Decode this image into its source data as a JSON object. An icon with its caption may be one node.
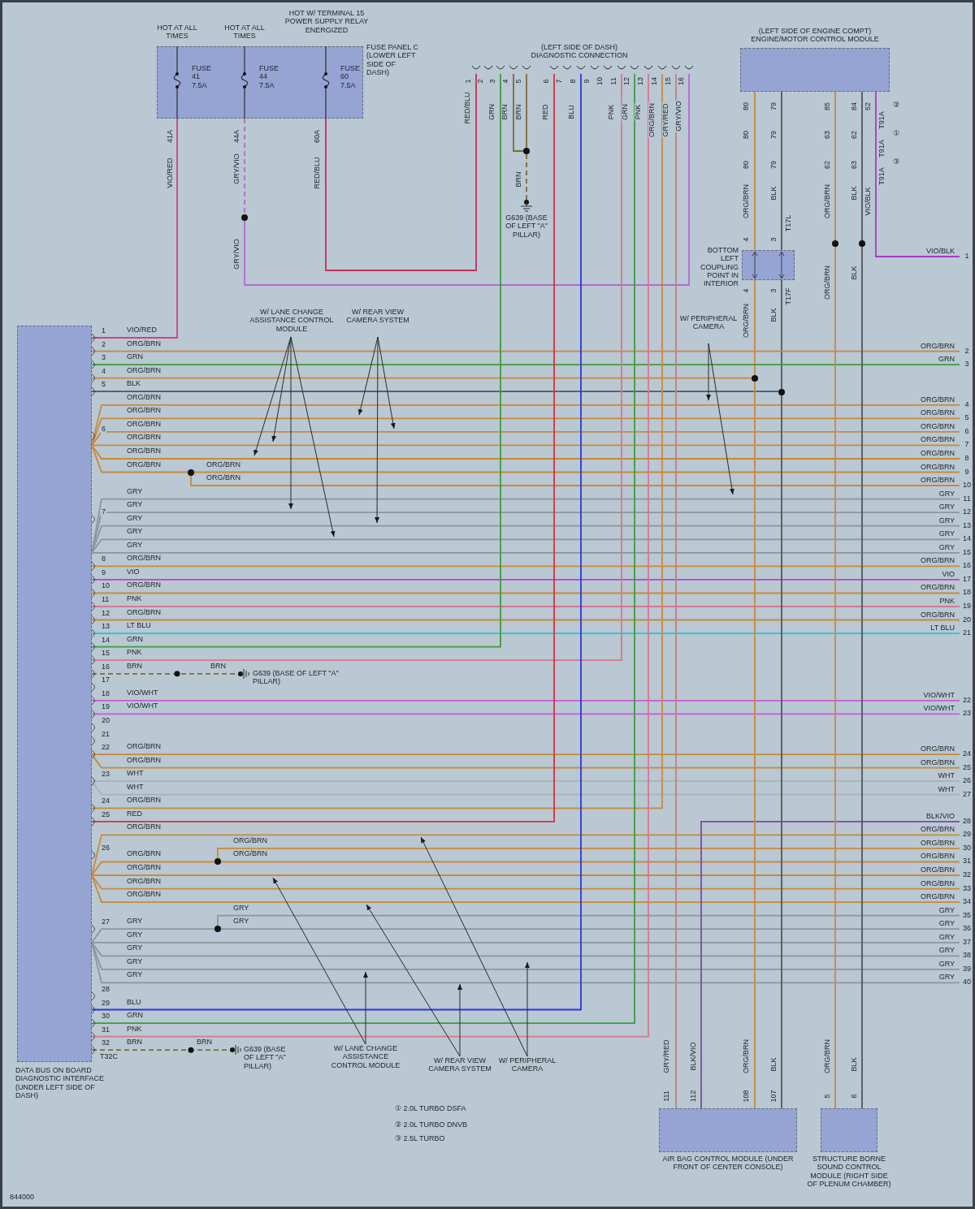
{
  "diagram": {
    "nodes": [
      {
        "text": [
          "FUSE PANEL C (LOWER LEFT SIDE OF DASH)"
        ]
      },
      {
        "text": [
          "FUSE 41 7.5A"
        ],
        "in": 0,
        "beside": [
          "HOT AT ALL TIMES"
        ]
      },
      {
        "text": [
          "FUSE 44 7.5A"
        ],
        "in": 0,
        "beside": [
          "HOT AT ALL TIMES"
        ]
      },
      {
        "text": [
          "FUSE 60 7.5A"
        ],
        "in": 0,
        "beside": [
          "HOT W/ TERMINAL 15 POWER SUPPLY RELAY ENERGIZED"
        ]
      },
      {
        "text": [
          "(LEFT SIDE OF DASH) DIAGNOSTIC CONNECTION"
        ]
      },
      {
        "text": [
          "(LEFT SIDE OF ENGINE COMPT) ENGINE/MOTOR CONTROL MODULE"
        ]
      },
      {
        "text": [
          "G639 (BASE OF LEFT \"A\" PILLAR)"
        ]
      },
      {
        "text": [
          "BOTTOM LEFT COUPLING POINT IN INTERIOR"
        ]
      },
      {
        "text": [
          "DATA BUS ON BOARD DIAGNOSTIC INTERFACE (UNDER LEFT SIDE OF DASH)"
        ]
      },
      {
        "text": [
          "G639 (BASE OF LEFT \"A\" PILLAR)"
        ]
      },
      {
        "text": [
          "G639 (BASE OF LEFT \"A\" PILLAR)"
        ]
      },
      {
        "text": [
          "AIR BAG CONTROL MODULE (UNDER FRONT OF CENTER CONSOLE)"
        ]
      },
      {
        "text": [
          "STRUCTURE BORNE SOUND CONTROL MODULE (RIGHT SIDE OF PLENUM CHAMBER)"
        ]
      },
      {
        "text": [
          "W/ LANE CHANGE ASSISTANCE CONTROL MODULE"
        ]
      },
      {
        "text": [
          "W/ REAR VIEW CAMERA SYSTEM"
        ]
      },
      {
        "text": [
          "W/ PERIPHERAL CAMERA"
        ]
      },
      {
        "text": [
          "W/ LANE CHANGE ASSISTANCE CONTROL MODULE"
        ]
      },
      {
        "text": [
          "W/ REAR VIEW CAMERA SYSTEM"
        ]
      },
      {
        "text": [
          "W/ PERIPHERAL CAMERA"
        ]
      },
      {
        "text": [],
        "shape": "circle"
      },
      {
        "text": [],
        "shape": "circle"
      },
      {
        "text": [],
        "shape": "circle"
      },
      {
        "text": [],
        "shape": "circle"
      },
      {
        "text": [],
        "shape": "circle"
      },
      {
        "text": [],
        "shape": "circle"
      },
      {
        "text": [],
        "shape": "circle"
      },
      {
        "text": [],
        "shape": "circle"
      },
      {
        "text": [],
        "shape": "circle"
      },
      {
        "text": [
          "VIO/BLK",
          "1"
        ]
      },
      {
        "text": [
          "ORG/BRN",
          "2"
        ]
      },
      {
        "text": [
          "GRN",
          "3"
        ]
      },
      {
        "text": [
          "ORG/BRN",
          "4"
        ]
      },
      {
        "text": [
          "ORG/BRN",
          "5"
        ]
      },
      {
        "text": [
          "ORG/BRN",
          "6"
        ]
      },
      {
        "text": [
          "ORG/BRN",
          "7"
        ]
      },
      {
        "text": [
          "ORG/BRN",
          "8"
        ]
      },
      {
        "text": [
          "ORG/BRN",
          "9"
        ]
      },
      {
        "text": [
          "ORG/BRN",
          "10"
        ]
      },
      {
        "text": [
          "GRY",
          "11"
        ]
      },
      {
        "text": [
          "GRY",
          "12"
        ]
      },
      {
        "text": [
          "GRY",
          "13"
        ]
      },
      {
        "text": [
          "GRY",
          "14"
        ]
      },
      {
        "text": [
          "GRY",
          "15"
        ]
      },
      {
        "text": [
          "ORG/BRN",
          "16"
        ]
      },
      {
        "text": [
          "VIO",
          "17"
        ]
      },
      {
        "text": [
          "ORG/BRN",
          "18"
        ]
      },
      {
        "text": [
          "PNK",
          "19"
        ]
      },
      {
        "text": [
          "ORG/BRN",
          "20"
        ]
      },
      {
        "text": [
          "LT BLU",
          "21"
        ]
      },
      {
        "text": [
          "VIO/WHT",
          "22"
        ]
      },
      {
        "text": [
          "VIO/WHT",
          "23"
        ]
      },
      {
        "text": [
          "ORG/BRN",
          "24"
        ]
      },
      {
        "text": [
          "ORG/BRN",
          "25"
        ]
      },
      {
        "text": [
          "WHT",
          "26"
        ]
      },
      {
        "text": [
          "WHT",
          "27"
        ]
      },
      {
        "text": [
          "BLK/VIO",
          "28"
        ]
      },
      {
        "text": [
          "ORG/BRN",
          "29"
        ]
      },
      {
        "text": [
          "ORG/BRN",
          "30"
        ]
      },
      {
        "text": [
          "ORG/BRN",
          "31"
        ]
      },
      {
        "text": [
          "ORG/BRN",
          "32"
        ]
      },
      {
        "text": [
          "ORG/BRN",
          "33"
        ]
      },
      {
        "text": [
          "ORG/BRN",
          "34"
        ]
      },
      {
        "text": [
          "GRY",
          "35"
        ]
      },
      {
        "text": [
          "GRY",
          "36"
        ]
      },
      {
        "text": [
          "GRY",
          "37"
        ]
      },
      {
        "text": [
          "GRY",
          "38"
        ]
      },
      {
        "text": [
          "GRY",
          "39"
        ]
      },
      {
        "text": [
          "GRY",
          "40"
        ]
      }
    ],
    "edges": [
      {
        "from": 8,
        "to": 1,
        "arrow": "none",
        "label": "VIO/RED",
        "color": "#d0408c"
      },
      {
        "from": 2,
        "to": 19,
        "arrow": "none",
        "label": "GRY/VIO",
        "style": "dashed",
        "color": "#b46ccc"
      },
      {
        "from": 19,
        "to": 4,
        "arrow": "none",
        "label": "GRY/VIO",
        "color": "#b46ccc"
      },
      {
        "from": 3,
        "to": 4,
        "arrow": "none",
        "label": "RED/BLU",
        "color": "#c0305a"
      },
      {
        "from": 4,
        "to": 20,
        "arrow": "none",
        "label": "BRN",
        "color": "#7d6a3a"
      },
      {
        "from": 4,
        "to": 20,
        "arrow": "none",
        "label": "BRN",
        "color": "#7d6a3a"
      },
      {
        "from": 20,
        "to": 6,
        "arrow": "none",
        "label": "BRN",
        "style": "dashed",
        "color": "#7d6a3a"
      },
      {
        "from": 5,
        "to": 7,
        "arrow": "none",
        "label": "ORG/BRN"
      },
      {
        "from": 5,
        "to": 7,
        "arrow": "none",
        "label": "BLK",
        "color": "#50565c"
      },
      {
        "from": 5,
        "to": 21,
        "arrow": "none",
        "label": "ORG/BRN"
      },
      {
        "from": 5,
        "to": 22,
        "arrow": "none",
        "label": "BLK",
        "color": "#50565c"
      },
      {
        "from": 5,
        "to": 28,
        "arrow": "none",
        "label": "VIO/BLK",
        "color": "#a83cc0"
      },
      {
        "from": 7,
        "to": 23,
        "arrow": "none",
        "label": "ORG/BRN"
      },
      {
        "from": 7,
        "to": 24,
        "arrow": "none",
        "label": "BLK",
        "color": "#50565c"
      },
      {
        "from": 8,
        "to": 29,
        "arrow": "none",
        "label": "ORG/BRN"
      },
      {
        "from": 8,
        "to": 30,
        "arrow": "none",
        "label": "GRN",
        "color": "#3c9c3c"
      },
      {
        "from": 8,
        "to": 23,
        "arrow": "none",
        "label": "ORG/BRN"
      },
      {
        "from": 8,
        "to": 24,
        "arrow": "none",
        "label": "BLK",
        "color": "#50565c"
      },
      {
        "from": 8,
        "to": 31,
        "arrow": "none",
        "label": "ORG/BRN"
      },
      {
        "from": 8,
        "to": 32,
        "arrow": "none",
        "label": "ORG/BRN"
      },
      {
        "from": 8,
        "to": 33,
        "arrow": "none",
        "label": "ORG/BRN"
      },
      {
        "from": 8,
        "to": 34,
        "arrow": "none",
        "label": "ORG/BRN"
      },
      {
        "from": 8,
        "to": 35,
        "arrow": "none",
        "label": "ORG/BRN"
      },
      {
        "from": 8,
        "to": 25,
        "arrow": "none",
        "label": "ORG/BRN"
      },
      {
        "from": 25,
        "to": 36,
        "arrow": "none",
        "label": "ORG/BRN"
      },
      {
        "from": 25,
        "to": 37,
        "arrow": "none",
        "label": "ORG/BRN"
      },
      {
        "from": 8,
        "to": 38,
        "arrow": "none",
        "label": "GRY",
        "color": "#8c969c"
      },
      {
        "from": 8,
        "to": 39,
        "arrow": "none",
        "label": "GRY",
        "color": "#8c969c"
      },
      {
        "from": 8,
        "to": 40,
        "arrow": "none",
        "label": "GRY",
        "color": "#8c969c"
      },
      {
        "from": 8,
        "to": 41,
        "arrow": "none",
        "label": "GRY",
        "color": "#8c969c"
      },
      {
        "from": 8,
        "to": 42,
        "arrow": "none",
        "label": "GRY",
        "color": "#8c969c"
      },
      {
        "from": 8,
        "to": 43,
        "arrow": "none",
        "label": "ORG/BRN"
      },
      {
        "from": 8,
        "to": 44,
        "arrow": "none",
        "label": "VIO",
        "color": "#c03cd0"
      },
      {
        "from": 8,
        "to": 45,
        "arrow": "none",
        "label": "ORG/BRN"
      },
      {
        "from": 8,
        "to": 46,
        "arrow": "none",
        "label": "PNK",
        "color": "#d47890"
      },
      {
        "from": 8,
        "to": 47,
        "arrow": "none",
        "label": "ORG/BRN"
      },
      {
        "from": 8,
        "to": 48,
        "arrow": "none",
        "label": "LT BLU",
        "color": "#22c4d4"
      },
      {
        "from": 8,
        "to": 4,
        "arrow": "none",
        "label": "GRN",
        "color": "#3c9c3c"
      },
      {
        "from": 8,
        "to": 4,
        "arrow": "none",
        "label": "PNK",
        "color": "#d47890"
      },
      {
        "from": 8,
        "to": 9,
        "arrow": "none",
        "label": "BRN",
        "style": "dashed",
        "color": "#7d6a3a"
      },
      {
        "from": 8,
        "to": 49,
        "arrow": "none",
        "label": "VIO/WHT",
        "color": "#c85ad8"
      },
      {
        "from": 8,
        "to": 50,
        "arrow": "none",
        "label": "VIO/WHT",
        "color": "#c85ad8"
      },
      {
        "from": 8,
        "to": 51,
        "arrow": "none",
        "label": "ORG/BRN"
      },
      {
        "from": 8,
        "to": 52,
        "arrow": "none",
        "label": "ORG/BRN"
      },
      {
        "from": 8,
        "to": 53,
        "arrow": "none",
        "label": "WHT",
        "color": "#a6b2ba"
      },
      {
        "from": 8,
        "to": 54,
        "arrow": "none",
        "label": "WHT",
        "color": "#a6b2ba"
      },
      {
        "from": 8,
        "to": 4,
        "arrow": "none",
        "label": "ORG/BRN"
      },
      {
        "from": 8,
        "to": 4,
        "arrow": "none",
        "label": "RED",
        "color": "#d8303c"
      },
      {
        "from": 8,
        "to": 56,
        "arrow": "none",
        "label": "ORG/BRN"
      },
      {
        "from": 8,
        "to": 26,
        "arrow": "none",
        "label": "ORG/BRN"
      },
      {
        "from": 26,
        "to": 57,
        "arrow": "none",
        "label": "ORG/BRN"
      },
      {
        "from": 26,
        "to": 58,
        "arrow": "none",
        "label": "ORG/BRN"
      },
      {
        "from": 8,
        "to": 59,
        "arrow": "none",
        "label": "ORG/BRN"
      },
      {
        "from": 8,
        "to": 60,
        "arrow": "none",
        "label": "ORG/BRN"
      },
      {
        "from": 8,
        "to": 61,
        "arrow": "none",
        "label": "ORG/BRN"
      },
      {
        "from": 8,
        "to": 27,
        "arrow": "none",
        "label": "GRY",
        "color": "#8c969c"
      },
      {
        "from": 27,
        "to": 62,
        "arrow": "none",
        "label": "GRY",
        "color": "#8c969c"
      },
      {
        "from": 27,
        "to": 63,
        "arrow": "none",
        "label": "GRY",
        "color": "#8c969c"
      },
      {
        "from": 8,
        "to": 64,
        "arrow": "none",
        "label": "GRY",
        "color": "#8c969c"
      },
      {
        "from": 8,
        "to": 65,
        "arrow": "none",
        "label": "GRY",
        "color": "#8c969c"
      },
      {
        "from": 8,
        "to": 66,
        "arrow": "none",
        "label": "GRY",
        "color": "#8c969c"
      },
      {
        "from": 8,
        "to": 67,
        "arrow": "none",
        "label": "GRY",
        "color": "#8c969c"
      },
      {
        "from": 8,
        "to": 4,
        "arrow": "none",
        "label": "BLU",
        "color": "#2a36e0"
      },
      {
        "from": 8,
        "to": 4,
        "arrow": "none",
        "label": "GRN",
        "color": "#3c9c3c"
      },
      {
        "from": 8,
        "to": 4,
        "arrow": "none",
        "label": "PNK",
        "color": "#d47890"
      },
      {
        "from": 8,
        "to": 10,
        "arrow": "none",
        "label": "BRN",
        "style": "dashed",
        "color": "#7d6a3a"
      },
      {
        "from": 4,
        "to": 11,
        "arrow": "none",
        "label": "GRY/RED",
        "color": "#c08080"
      },
      {
        "from": 11,
        "to": 55,
        "arrow": "none",
        "label": "BLK/VIO",
        "color": "#8048a8"
      },
      {
        "from": 23,
        "to": 11,
        "arrow": "none",
        "label": "ORG/BRN"
      },
      {
        "from": 24,
        "to": 11,
        "arrow": "none",
        "label": "BLK",
        "color": "#50565c"
      },
      {
        "from": 21,
        "to": 12,
        "arrow": "none",
        "label": "ORG/BRN"
      },
      {
        "from": 22,
        "to": 12,
        "arrow": "none",
        "label": "BLK",
        "color": "#50565c"
      },
      {
        "from": 13,
        "to": null,
        "arrow": "to",
        "color": "#2a2a2a"
      },
      {
        "from": 13,
        "to": null,
        "arrow": "to",
        "color": "#2a2a2a"
      },
      {
        "from": 13,
        "to": null,
        "arrow": "to",
        "color": "#2a2a2a"
      },
      {
        "from": 13,
        "to": null,
        "arrow": "to",
        "color": "#2a2a2a"
      },
      {
        "from": 14,
        "to": null,
        "arrow": "to",
        "color": "#2a2a2a"
      },
      {
        "from": 14,
        "to": null,
        "arrow": "to",
        "color": "#2a2a2a"
      },
      {
        "from": 14,
        "to": null,
        "arrow": "to",
        "color": "#2a2a2a"
      },
      {
        "from": 15,
        "to": null,
        "arrow": "to",
        "color": "#2a2a2a"
      },
      {
        "from": 15,
        "to": null,
        "arrow": "to",
        "color": "#2a2a2a"
      },
      {
        "from": 16,
        "to": null,
        "arrow": "to",
        "color": "#2a2a2a"
      },
      {
        "from": 16,
        "to": null,
        "arrow": "to",
        "color": "#2a2a2a"
      },
      {
        "from": 17,
        "to": null,
        "arrow": "to",
        "color": "#2a2a2a"
      },
      {
        "from": 17,
        "to": null,
        "arrow": "to",
        "color": "#2a2a2a"
      },
      {
        "from": 18,
        "to": null,
        "arrow": "to",
        "color": "#2a2a2a"
      },
      {
        "from": 18,
        "to": null,
        "arrow": "to",
        "color": "#2a2a2a"
      }
    ],
    "labels": [
      "41A",
      "VIO/RED",
      "44A",
      "GRY/VIO",
      "60A",
      "RED/BLU",
      "1",
      "2",
      "3",
      "4",
      "5",
      "6",
      "7",
      "8",
      "9",
      "10",
      "11",
      "12",
      "13",
      "14",
      "15",
      "16",
      "80",
      "80",
      "80",
      "4",
      "4",
      "79",
      "79",
      "79",
      "3",
      "3",
      "T17L",
      "T17F",
      "85",
      "63",
      "62",
      "84",
      "62",
      "63",
      "52",
      "T91A",
      "T91A",
      "T91A",
      "②",
      "①",
      "③",
      "1",
      "2",
      "3",
      "4",
      "5",
      "6",
      "7",
      "8",
      "9",
      "10",
      "11",
      "12",
      "13",
      "14",
      "15",
      "16",
      "17",
      "18",
      "19",
      "20",
      "21",
      "22",
      "23",
      "24",
      "25",
      "26",
      "27",
      "28",
      "29",
      "30",
      "31",
      "32",
      "T32C",
      "GRN",
      "PNK",
      "BRN",
      "ORG/BRN",
      "RED",
      "BLU",
      "GRN",
      "PNK",
      "BRN",
      "GRY/RED",
      "ORG/BRN",
      "BLK",
      "111",
      "112",
      "108",
      "107",
      "5",
      "6",
      "① 2.0L TURBO DSFA",
      "② 2.0L TURBO DNVB",
      "③ 2.5L TURBO",
      "844000"
    ]
  }
}
